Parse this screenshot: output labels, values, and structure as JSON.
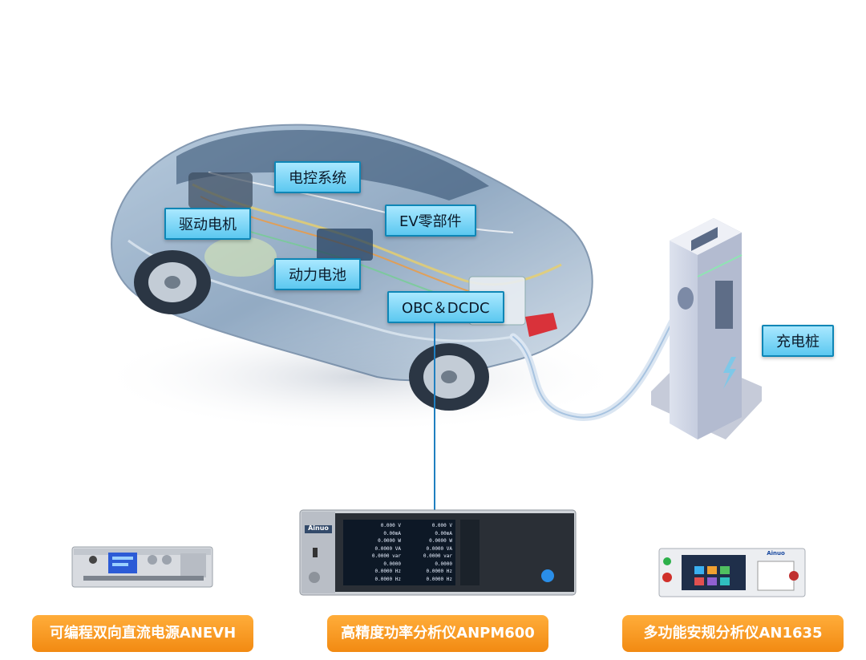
{
  "callouts": {
    "motor": "驱动电机",
    "ecu": "电控系统",
    "ev_parts": "EV零部件",
    "battery": "动力电池",
    "obc": "OBC＆DCDC",
    "charger": "充电桩"
  },
  "devices": {
    "dc_source": {
      "label": "可编程双向直流电源ANEVH"
    },
    "power_analyzer": {
      "label": "高精度功率分析仪ANPM600",
      "brand": "Ainuo",
      "readouts_left": [
        "0.000 V",
        "0.00mA",
        "0.0000 W",
        "0.0000 VA",
        "0.0000 var",
        "0.0000",
        "0.0000 Hz",
        "0.0000 Hz"
      ],
      "readouts_right": [
        "0.000 V",
        "0.00mA",
        "0.0000 W",
        "0.0000 VA",
        "0.0000 var",
        "0.0000",
        "0.0000 Hz",
        "0.0000 Hz"
      ]
    },
    "safety_analyzer": {
      "label": "多功能安规分析仪AN1635",
      "brand": "Ainuo"
    }
  },
  "colors": {
    "callout_fill": "#5cc8f0",
    "callout_border": "#0e86b6",
    "label_orange": "#f5961d",
    "connector_line": "#1f7fc0"
  }
}
